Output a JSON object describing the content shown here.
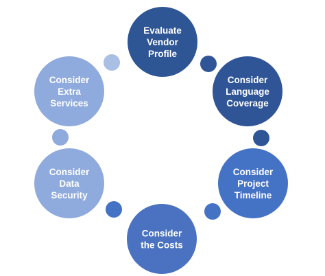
{
  "nodes": [
    {
      "id": "evaluate-vendor-profile",
      "lines": [
        "Evaluate",
        "Vendor",
        "Profile"
      ],
      "color": "#2e5594"
    },
    {
      "id": "consider-language-coverage",
      "lines": [
        "Consider",
        "Language",
        "Coverage"
      ],
      "color": "#2f5597"
    },
    {
      "id": "consider-project-timeline",
      "lines": [
        "Consider",
        "Project",
        "Timeline"
      ],
      "color": "#4472c4"
    },
    {
      "id": "consider-the-costs",
      "lines": [
        "Consider",
        "the Costs"
      ],
      "color": "#4a72c0"
    },
    {
      "id": "consider-data-security",
      "lines": [
        "Consider",
        "Data",
        "Security"
      ],
      "color": "#8faadc"
    },
    {
      "id": "consider-extra-services",
      "lines": [
        "Consider",
        "Extra",
        "Services"
      ],
      "color": "#8faadc"
    }
  ],
  "connectors": [
    {
      "id": "connector-1",
      "color": "#2f5597"
    },
    {
      "id": "connector-2",
      "color": "#2f5597"
    },
    {
      "id": "connector-3",
      "color": "#4472c4"
    },
    {
      "id": "connector-4",
      "color": "#4472c4"
    },
    {
      "id": "connector-5",
      "color": "#8faadc"
    },
    {
      "id": "connector-6",
      "color": "#a9bfe4"
    }
  ]
}
